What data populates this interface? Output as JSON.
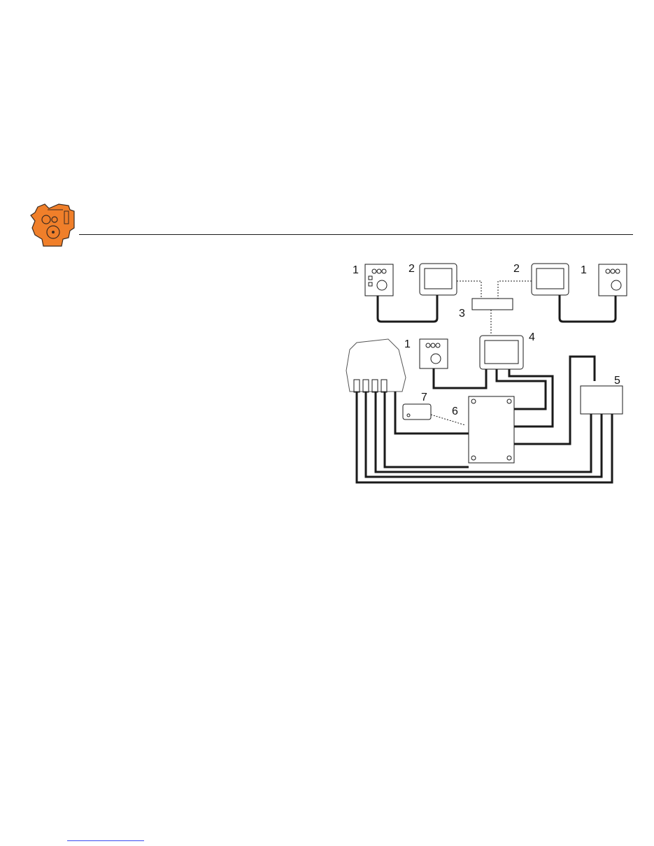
{
  "page": {
    "header": {
      "logo_icon": "engine-icon",
      "logo_color": "#f07f2a",
      "rule_color": "#1a1a1a"
    },
    "figure": {
      "callouts": [
        {
          "id": "1a",
          "label": "1"
        },
        {
          "id": "2a",
          "label": "2"
        },
        {
          "id": "3",
          "label": "3"
        },
        {
          "id": "2b",
          "label": "2"
        },
        {
          "id": "1b",
          "label": "1"
        },
        {
          "id": "1c",
          "label": "1"
        },
        {
          "id": "4",
          "label": "4"
        },
        {
          "id": "5",
          "label": "5"
        },
        {
          "id": "6",
          "label": "6"
        },
        {
          "id": "7",
          "label": "7"
        }
      ],
      "components": [
        {
          "callout": "1",
          "name": "control-panel"
        },
        {
          "callout": "2",
          "name": "display"
        },
        {
          "callout": "3",
          "name": "network-box"
        },
        {
          "callout": "4",
          "name": "main-display-unit"
        },
        {
          "callout": "5",
          "name": "junction-box"
        },
        {
          "callout": "6",
          "name": "interface-unit"
        },
        {
          "callout": "7",
          "name": "small-module"
        }
      ]
    },
    "footer": {
      "link_color": "#3b4cf0"
    }
  }
}
